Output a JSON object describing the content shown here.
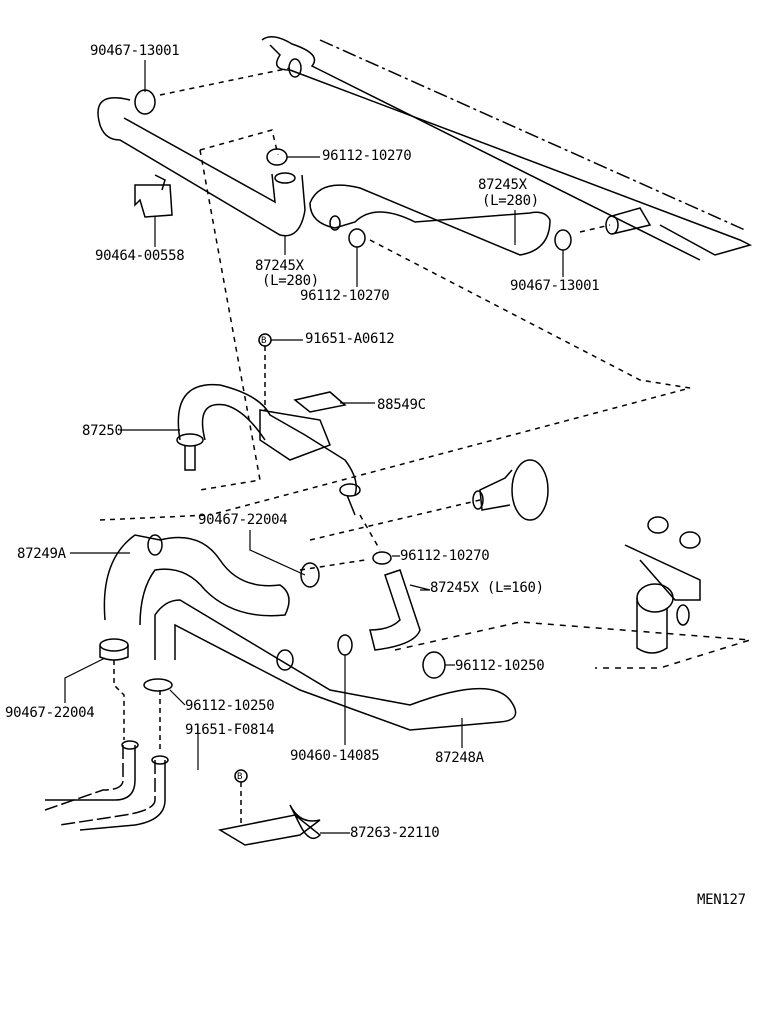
{
  "diagram_id": "MEN127",
  "labels": {
    "clamp_top_left": "90467-13001",
    "clamp_top_mid": "96112-10270",
    "hose_right_top": "87245X",
    "hose_right_top_len": "(L=280)",
    "clip_left": "90464-00558",
    "hose_mid_top": "87245X",
    "hose_mid_top_len": "(L=280)",
    "clamp_mid_lower": "96112-10270",
    "clamp_right_top": "90467-13001",
    "bolt_a": "91651-A0612",
    "bolt_a_mark": "B",
    "label_plate": "88549C",
    "valve_hose": "87250",
    "clamp_22004_top": "90467-22004",
    "hose_87249a": "87249A",
    "clamp_10270_low": "96112-10270",
    "hose_160": "87245X (L=160)",
    "clamp_10250_right": "96112-10250",
    "clamp_22004_low": "90467-22004",
    "clamp_10250_left": "96112-10250",
    "bolt_f": "91651-F0814",
    "bolt_f_mark": "B",
    "clamp_14085": "90460-14085",
    "hose_87248a": "87248A",
    "bracket": "87263-22110"
  }
}
